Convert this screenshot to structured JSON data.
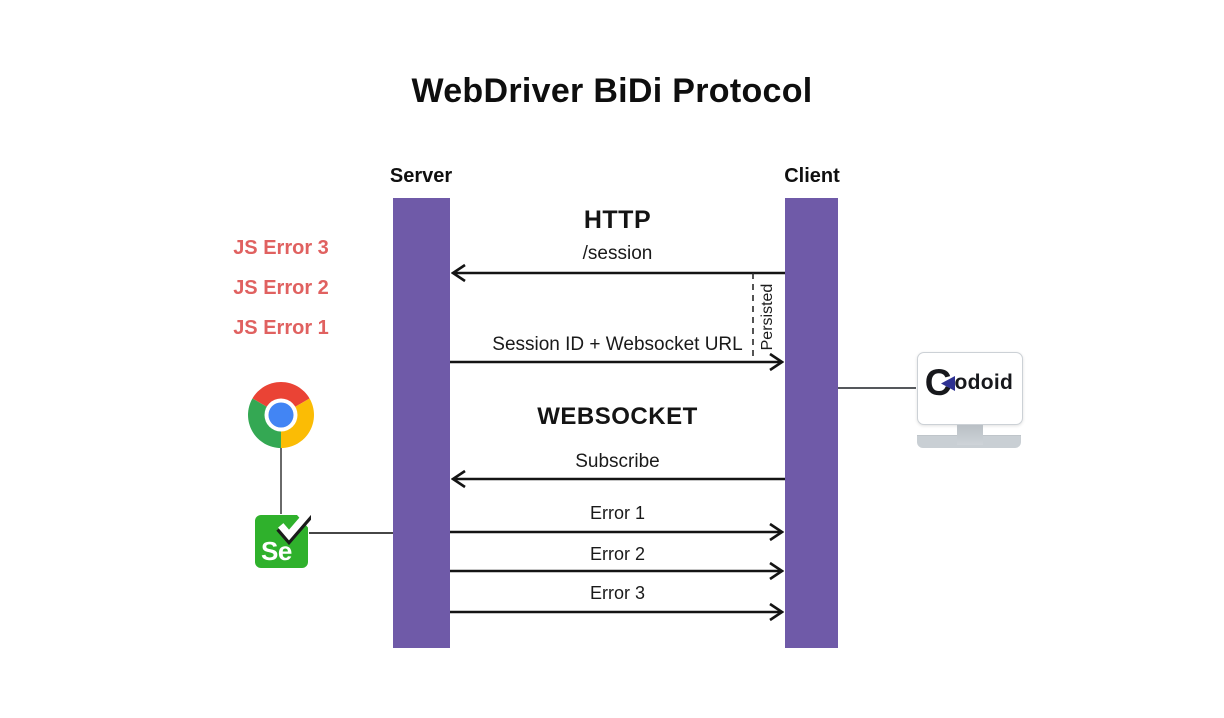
{
  "diagram": {
    "title": "WebDriver BiDi Protocol"
  },
  "lifelines": {
    "server": {
      "label": "Server"
    },
    "client": {
      "label": "Client"
    }
  },
  "sections": {
    "http": {
      "heading": "HTTP",
      "messages": [
        {
          "label": "/session",
          "direction": "to-server"
        },
        {
          "label": "Session ID + Websocket URL",
          "direction": "to-client"
        }
      ],
      "persisted_note": "Persisted"
    },
    "websocket": {
      "heading": "WEBSOCKET",
      "messages": [
        {
          "label": "Subscribe",
          "direction": "to-server"
        },
        {
          "label": "Error 1",
          "direction": "to-client"
        },
        {
          "label": "Error 2",
          "direction": "to-client"
        },
        {
          "label": "Error 3",
          "direction": "to-client"
        }
      ]
    }
  },
  "browser_events": [
    "JS Error 3",
    "JS Error 2",
    "JS Error 1"
  ],
  "icons": {
    "chrome": "chrome-browser-icon",
    "selenium": {
      "label": "Se"
    },
    "codoid": {
      "c": "C",
      "rest": "odoid"
    }
  },
  "colors": {
    "lifeline_purple": "#6F5AA8",
    "js_error_red": "#E06160",
    "selenium_green": "#2FB12C",
    "codoid_navy": "#2E3192",
    "chrome_red": "#EA4335",
    "chrome_yellow": "#FBBC05",
    "chrome_green": "#34A853",
    "chrome_blue": "#4285F4",
    "line_black": "#141414"
  }
}
